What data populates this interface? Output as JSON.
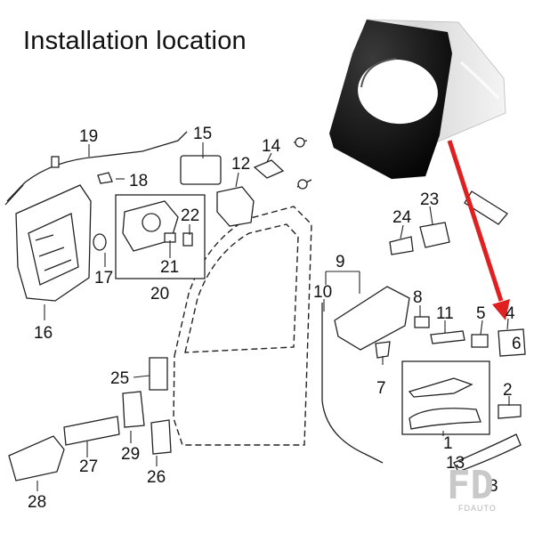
{
  "title": "Installation location",
  "callouts": [
    "1",
    "2",
    "3",
    "4",
    "5",
    "6",
    "7",
    "8",
    "9",
    "10",
    "11",
    "12",
    "13",
    "14",
    "15",
    "16",
    "17",
    "18",
    "19",
    "20",
    "21",
    "22",
    "23",
    "24",
    "25",
    "26",
    "27",
    "28",
    "29"
  ],
  "watermark": {
    "logo": "FD",
    "brand": "FDAUTO"
  },
  "accent_arrow_color": "#e02020"
}
